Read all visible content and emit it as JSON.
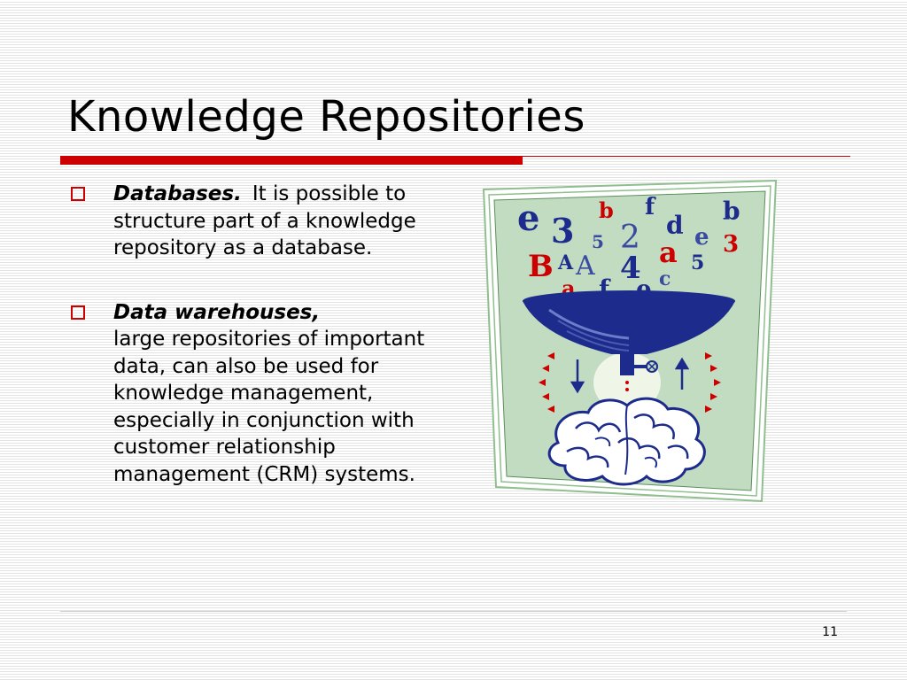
{
  "slide": {
    "title": "Knowledge Repositories",
    "page_number": "11"
  },
  "bullets": [
    {
      "term": "Databases.",
      "text": "It is possible to structure part of a knowledge repository as a database."
    },
    {
      "term": "Data warehouses,",
      "text": "large repositories of important data, can also be used for knowledge management, especially in conjunction with customer relationship management (CRM) systems."
    }
  ],
  "illustration": {
    "name": "funnel-into-brain",
    "letters": [
      "e",
      "3",
      "b",
      "f",
      "2",
      "d",
      "e",
      "b",
      "3",
      "A",
      "5",
      "a",
      "B",
      "A",
      "4",
      "c",
      "5",
      "a",
      "f",
      "e"
    ]
  },
  "colors": {
    "accent_red": "#cc0000",
    "title_text": "#000000",
    "illus_bg": "#c2dcc2",
    "funnel_navy": "#1c2b8c"
  }
}
